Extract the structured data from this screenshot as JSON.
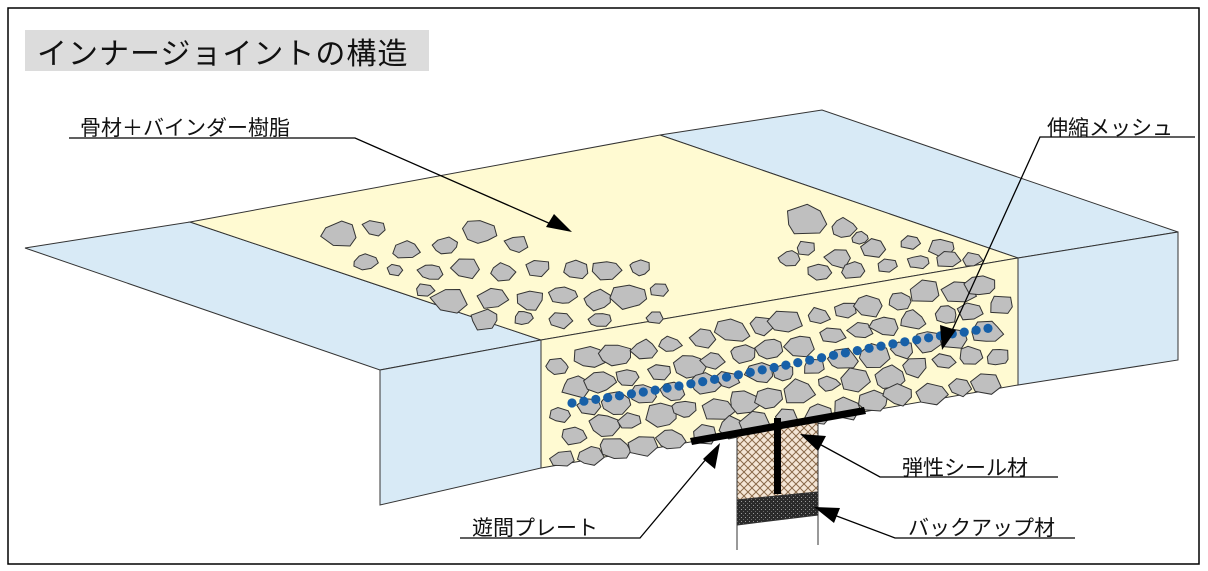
{
  "title": "インナージョイントの構造",
  "labels": {
    "aggregate_binder": "骨材＋バインダー樹脂",
    "expansion_mesh": "伸縮メッシュ",
    "elastic_seal": "弾性シール材",
    "gap_plate": "遊間プレート",
    "backup": "バックアップ材"
  },
  "colors": {
    "road_surface": "#d8eaf6",
    "resin": "#fffad2",
    "stone_fill": "#bfbfbf",
    "mesh_dot": "#1760a8",
    "title_bg": "#dcdcdc"
  }
}
